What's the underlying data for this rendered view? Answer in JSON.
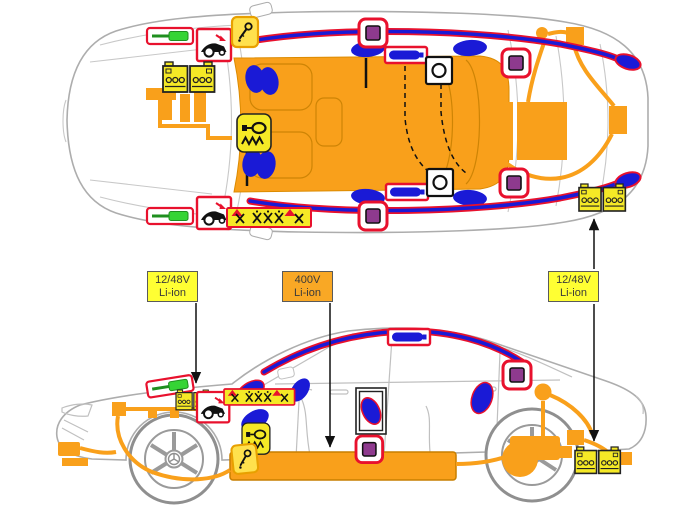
{
  "page": {
    "title": "vehicle rescue sheet diagram",
    "background": "#ffffff"
  },
  "diagram": {
    "vehicle": "sedan",
    "views": [
      {
        "id": "top-view",
        "name": "top view"
      },
      {
        "id": "side-view",
        "name": "side view"
      }
    ],
    "labels": [
      {
        "voltage": "12/48V",
        "chemistry": "Li-ion",
        "style": "yellow",
        "points_to": "front 12/48V battery in side view"
      },
      {
        "voltage": "400V",
        "chemistry": "Li-ion",
        "style": "orange",
        "points_to": "underfloor high-voltage battery in side view"
      },
      {
        "voltage": "12/48V",
        "chemistry": "Li-ion",
        "style": "yellow",
        "points_to": "rear 12/48V battery in top and side view"
      }
    ],
    "colors": {
      "high_voltage_orange": "#F9A01B",
      "airbag_blue": "#1A1AD6",
      "marker_purple": "#8E3A8E",
      "alert_red": "#E8112D",
      "battery_yellow": "#F5E926",
      "label_yellow": "#FFFF33",
      "label_orange": "#F9A825",
      "strut_green": "#35D435",
      "body_gray": "#ADADAD"
    },
    "icons": [
      {
        "name": "12v-battery-icon"
      },
      {
        "name": "gas-strut-icon"
      },
      {
        "name": "vehicle-secure-icon"
      },
      {
        "name": "key-icon"
      },
      {
        "name": "electric-motor-heater-icon"
      },
      {
        "name": "pyrotechnic-strip-icon"
      },
      {
        "name": "gas-generator-marker-icon"
      },
      {
        "name": "curtain-airbag-inflator-icon"
      },
      {
        "name": "seatbelt-retractor-icon"
      },
      {
        "name": "airbag-location-oval"
      },
      {
        "name": "underfloor-hv-battery"
      },
      {
        "name": "charge-port"
      },
      {
        "name": "hv-wiring"
      }
    ]
  }
}
